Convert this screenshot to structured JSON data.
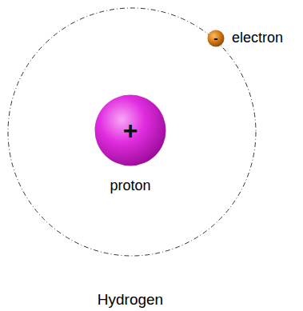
{
  "diagram": {
    "caption": "Hydrogen",
    "nodes": [
      {
        "text": [
          "+",
          "proton"
        ]
      },
      {
        "text": [
          "-",
          "electron"
        ]
      }
    ]
  }
}
